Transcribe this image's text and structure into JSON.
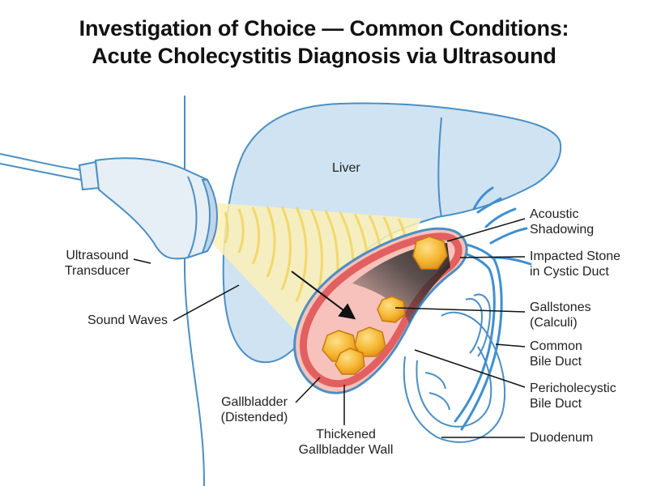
{
  "title": {
    "line1": "Investigation of Choice — Common Conditions:",
    "line2": "Acute Cholecystitis Diagnosis via Ultrasound"
  },
  "labels": {
    "liver": "Liver",
    "transducer_1": "Ultrasound",
    "transducer_2": "Transducer",
    "sound_waves": "Sound Waves",
    "gallbladder_1": "Gallbladder",
    "gallbladder_2": "(Distended)",
    "wall_1": "Thickened",
    "wall_2": "Gallbladder Wall",
    "shadowing_1": "Acoustic",
    "shadowing_2": "Shadowing",
    "impacted_1": "Impacted Stone",
    "impacted_2": "in Cystic Duct",
    "gallstones_1": "Gallstones",
    "gallstones_2": "(Calculi)",
    "cbd_1": "Common",
    "cbd_2": "Bile Duct",
    "peri_1": "Pericholecystic",
    "peri_2": "Bile Duct",
    "duodenum": "Duodenum"
  },
  "colors": {
    "liver_fill": "#cfe3f3",
    "outline": "#4a8fc4",
    "wall": "#e26060",
    "lumen": "#f6c2bb",
    "stone": "#f5b733",
    "wave": "#f3d76b",
    "duct": "#3f8fd0"
  }
}
